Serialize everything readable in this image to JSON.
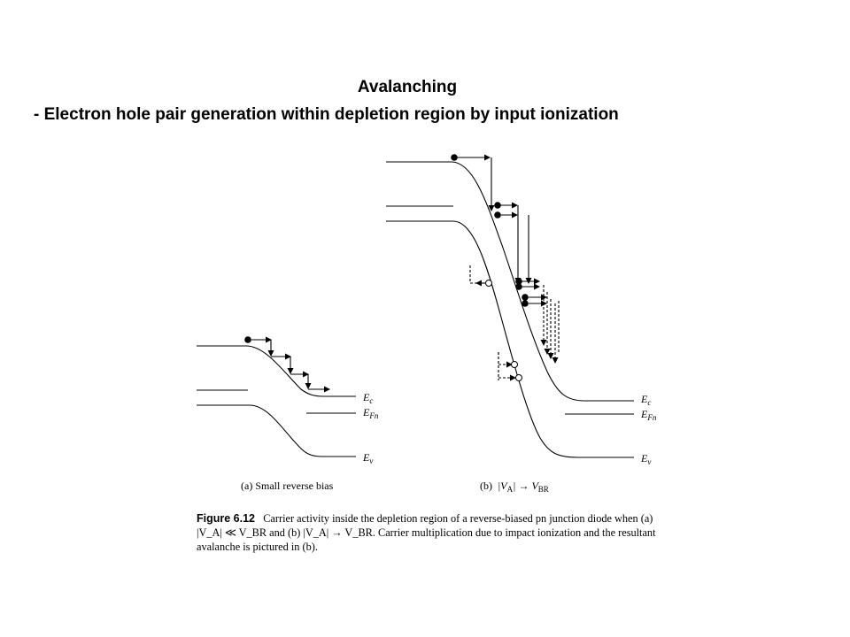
{
  "header": {
    "title": "Avalanching",
    "subtitle": "- Electron hole pair generation within depletion region by input ionization"
  },
  "figure": {
    "panel_a": {
      "label_ec": "E",
      "label_ec_sub": "c",
      "label_efn": "E",
      "label_efn_sub": "Fn",
      "label_ev": "E",
      "label_ev_sub": "v",
      "caption": "(a) Small reverse bias"
    },
    "panel_b": {
      "label_ec": "E",
      "label_ec_sub": "c",
      "label_efn": "E",
      "label_efn_sub": "Fn",
      "label_ev": "E",
      "label_ev_sub": "v",
      "caption_prefix": "(b)",
      "caption_va": "|V",
      "caption_va_sub": "A",
      "caption_arrow": "| → V",
      "caption_vbr_sub": "BR"
    },
    "caption": {
      "number": "Figure 6.12",
      "text": "Carrier activity inside the depletion region of a reverse-biased pn junction diode when (a) |V_A| ≪ V_BR and (b) |V_A| → V_BR. Carrier multiplication due to impact ionization and the resultant avalanche is pictured in (b)."
    }
  }
}
